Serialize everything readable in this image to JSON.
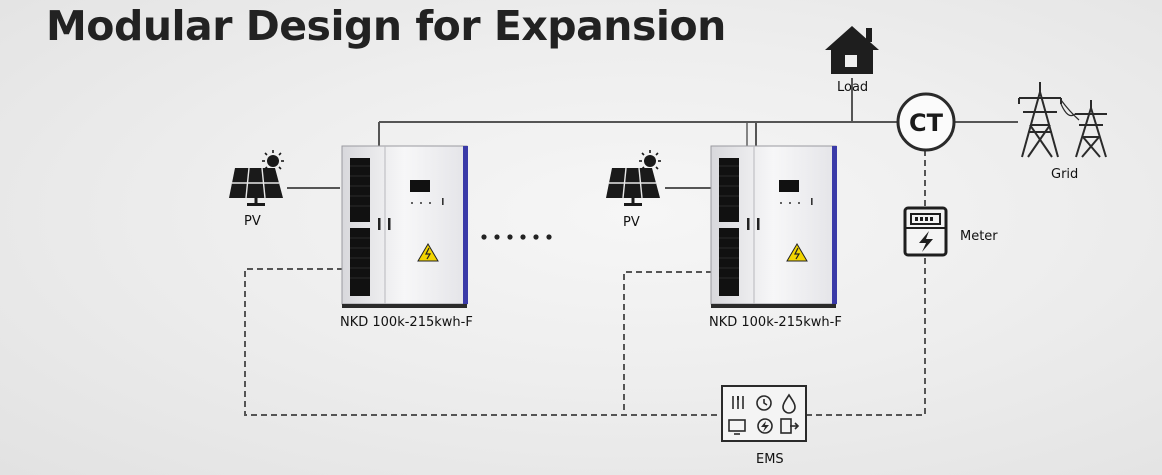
{
  "title": "Modular Design for Expansion",
  "labels": {
    "load": "Load",
    "grid": "Grid",
    "pv_1": "PV",
    "pv_2": "PV",
    "meter": "Meter",
    "ems": "EMS",
    "cabinet_1": "NKD 100k-215kwh-F",
    "cabinet_2": "NKD 100k-215kwh-F",
    "ct": "CT"
  },
  "icons": {
    "load": "house-icon",
    "grid": "power-tower-icon",
    "pv": "solar-panel-icon",
    "meter": "electric-meter-icon",
    "ems": "ems-controller-icon",
    "warning": "high-voltage-warning-icon"
  },
  "colors": {
    "line": "#555555",
    "text": "#222222",
    "cabinet_accent": "#3a3aa8",
    "warning": "#f2d400"
  }
}
